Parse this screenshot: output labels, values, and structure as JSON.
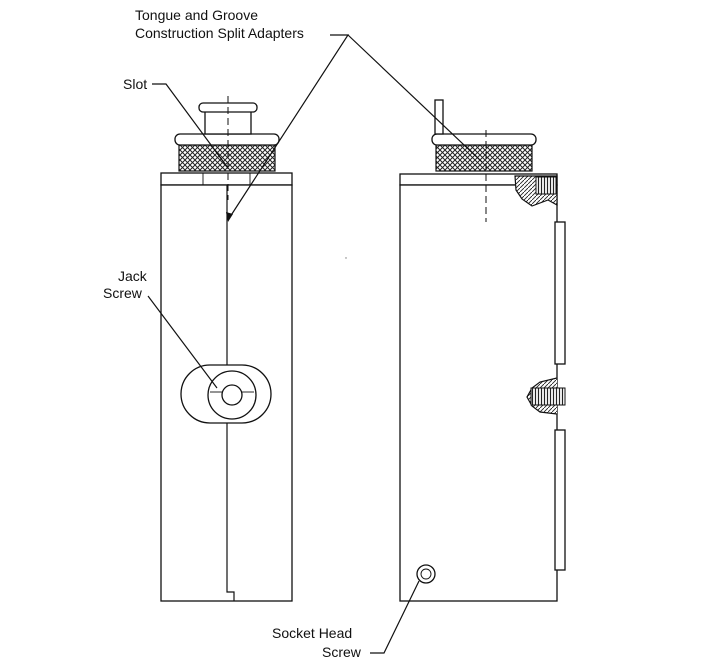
{
  "labels": {
    "tongue_groove_line1": "Tongue and Groove",
    "tongue_groove_line2": "Construction Split Adapters",
    "slot": "Slot",
    "jack_screw_line1": "Jack",
    "jack_screw_line2": "Screw",
    "socket_head_line1": "Socket Head",
    "socket_head_line2": "Screw"
  }
}
